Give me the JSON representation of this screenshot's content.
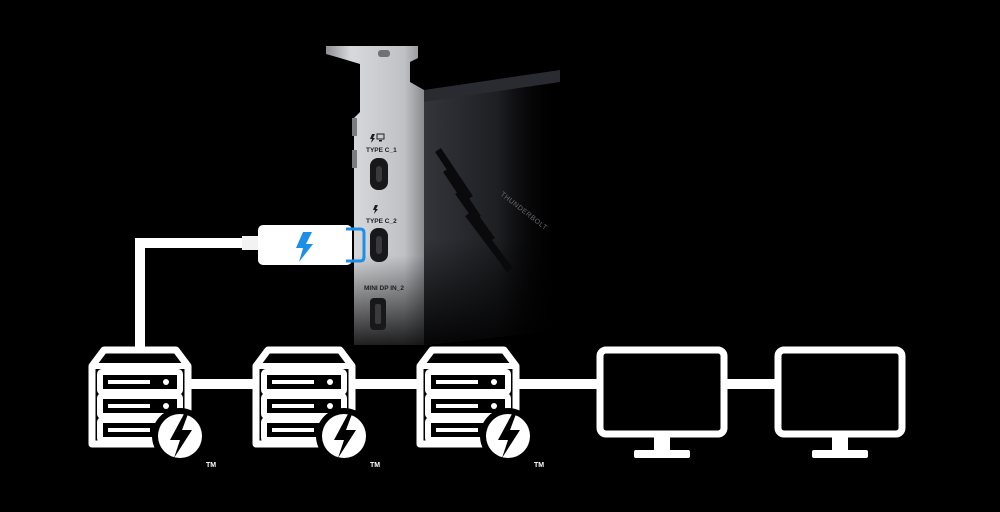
{
  "card": {
    "ports": [
      {
        "label": "TYPE C_1",
        "icon": "thunderbolt-display-icon"
      },
      {
        "label": "TYPE C_2",
        "icon": "thunderbolt-icon"
      },
      {
        "label": "MINI DP IN_2",
        "icon": "minidp-icon"
      }
    ],
    "brand_text": "THUNDERBOLT"
  },
  "diagram": {
    "storage_devices": [
      {
        "tm": "TM",
        "icon": "thunderbolt-logo-icon"
      },
      {
        "tm": "TM",
        "icon": "thunderbolt-logo-icon"
      },
      {
        "tm": "TM",
        "icon": "thunderbolt-logo-icon"
      }
    ],
    "monitors": [
      {
        "icon": "monitor-icon"
      },
      {
        "icon": "monitor-icon"
      }
    ]
  },
  "colors": {
    "background": "#000000",
    "line": "#ffffff",
    "accent": "#1e8fe6",
    "bracket": "#c8c9cc"
  }
}
